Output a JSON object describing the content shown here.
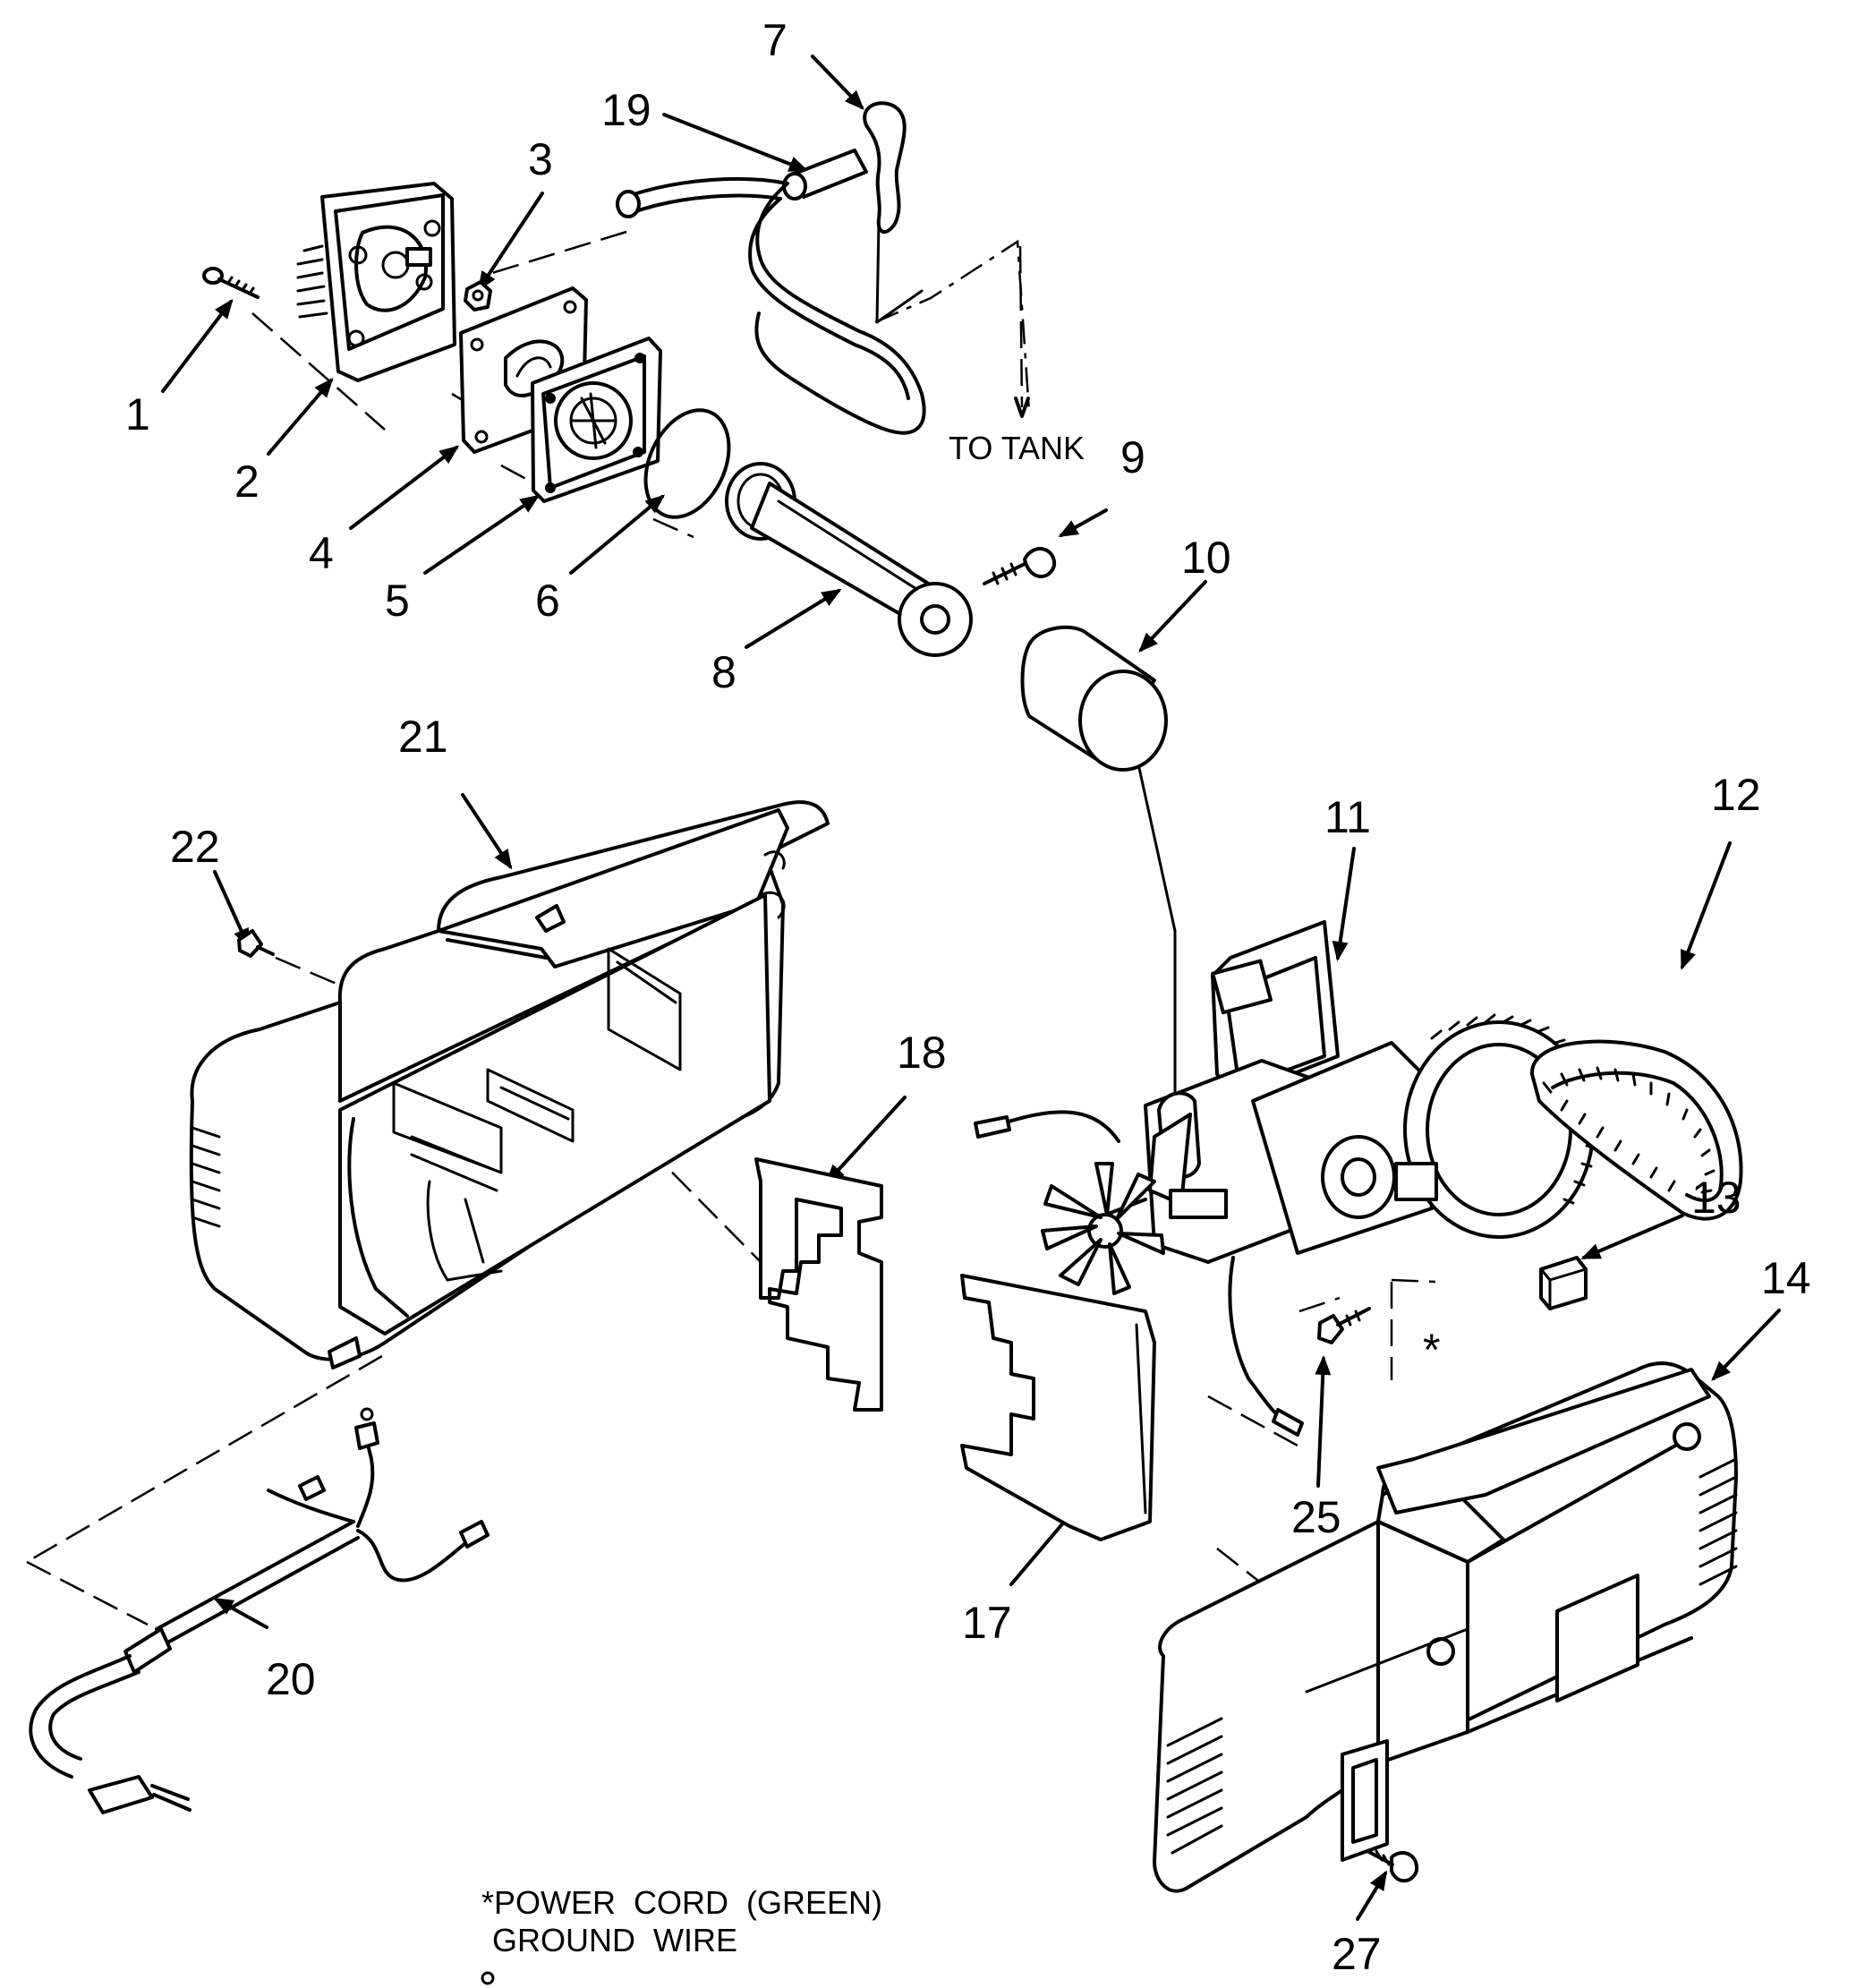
{
  "part_numbers": [
    "1",
    "2",
    "3",
    "4",
    "5",
    "6",
    "7",
    "8",
    "9",
    "10",
    "11",
    "12",
    "13",
    "14",
    "17",
    "18",
    "19",
    "20",
    "21",
    "22",
    "25",
    "27"
  ],
  "labels": {
    "to_tank": "TO TANK",
    "asterisk": "*",
    "note_line1": "*POWER  CORD  (GREEN)",
    "note_line2": "GROUND  WIRE"
  }
}
